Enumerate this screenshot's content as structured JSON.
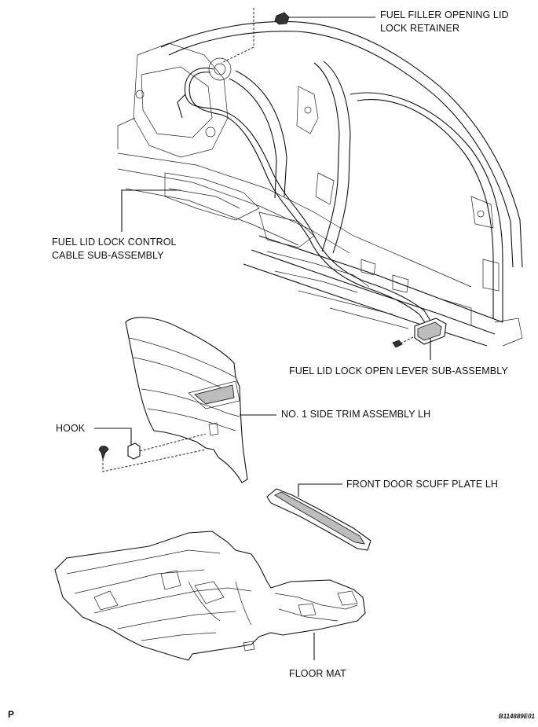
{
  "labels": {
    "filler_lid_retainer": [
      "FUEL FILLER OPENING LID",
      "LOCK RETAINER"
    ],
    "control_cable": [
      "FUEL LID LOCK CONTROL",
      "CABLE SUB-ASSEMBLY"
    ],
    "open_lever": "FUEL LID LOCK OPEN LEVER SUB-ASSEMBLY",
    "hook": "HOOK",
    "side_trim": "NO. 1 SIDE TRIM ASSEMBLY LH",
    "scuff_plate": "FRONT DOOR SCUFF PLATE LH",
    "floor_mat": "FLOOR MAT"
  },
  "footer": {
    "page_code": "P",
    "drawing_id": "B114889E01"
  }
}
